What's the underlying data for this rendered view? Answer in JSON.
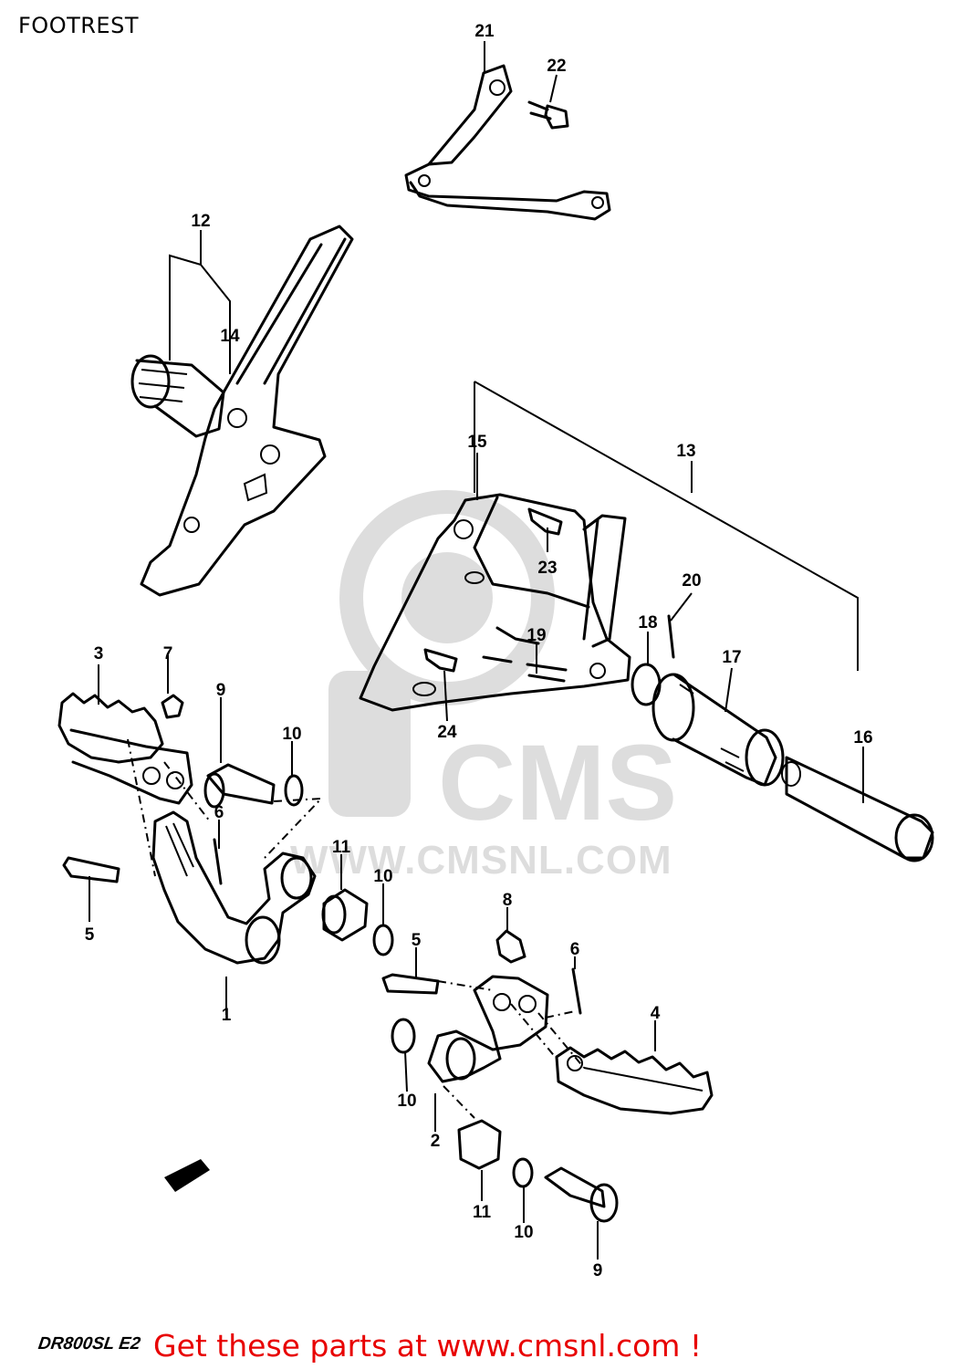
{
  "page": {
    "title": "FOOTREST",
    "model_code": "DR800SL E2",
    "footer_link_text": "Get these parts at www.cmsnl.com !",
    "watermark_brand": "CMS",
    "watermark_url": "WWW.CMSNL.COM"
  },
  "callouts": [
    "1",
    "2",
    "3",
    "4",
    "5",
    "5",
    "6",
    "6",
    "7",
    "8",
    "9",
    "9",
    "10",
    "10",
    "10",
    "10",
    "11",
    "11",
    "12",
    "13",
    "14",
    "15",
    "16",
    "17",
    "18",
    "19",
    "20",
    "21",
    "22",
    "23",
    "24"
  ],
  "colors": {
    "footer_link": "#e80000",
    "line_art": "#000000",
    "watermark": "#000000"
  }
}
